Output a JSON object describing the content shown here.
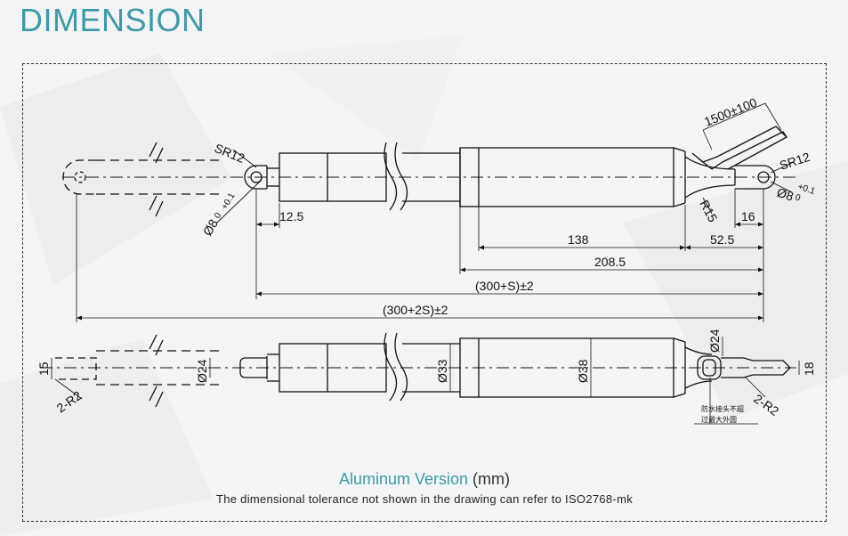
{
  "heading": "DIMENSION",
  "caption": {
    "version_name": "Aluminum Version",
    "unit": "(mm)",
    "note": "The dimensional tolerance not shown in the drawing can refer to ISO2768-mk"
  },
  "dims": {
    "sr12_left": "SR12",
    "sr12_right": "SR12",
    "phi8_left": "Ø8",
    "phi8_right": "Ø8",
    "tol_plus": "+0.1",
    "tol_zero": "0",
    "d_12_5": "12.5",
    "d_138": "138",
    "d_52_5": "52.5",
    "d_208_5": "208.5",
    "d_300_s": "(300+S)±2",
    "d_300_2s": "(300+2S)±2",
    "d_1500": "1500±100",
    "r15": "R15",
    "d_16": "16",
    "d_15": "15",
    "r2_left": "2-R2",
    "r2_right": "2-R2",
    "phi24_rod": "Ø24",
    "phi33": "Ø33",
    "phi38": "Ø38",
    "phi24_top": "Ø24",
    "d_18": "18",
    "cn_note_1": "防水接头不超",
    "cn_note_2": "过最大外圆"
  },
  "colors": {
    "accent": "#3f9aa5",
    "line": "#111111",
    "background": "#f3f4f5"
  }
}
